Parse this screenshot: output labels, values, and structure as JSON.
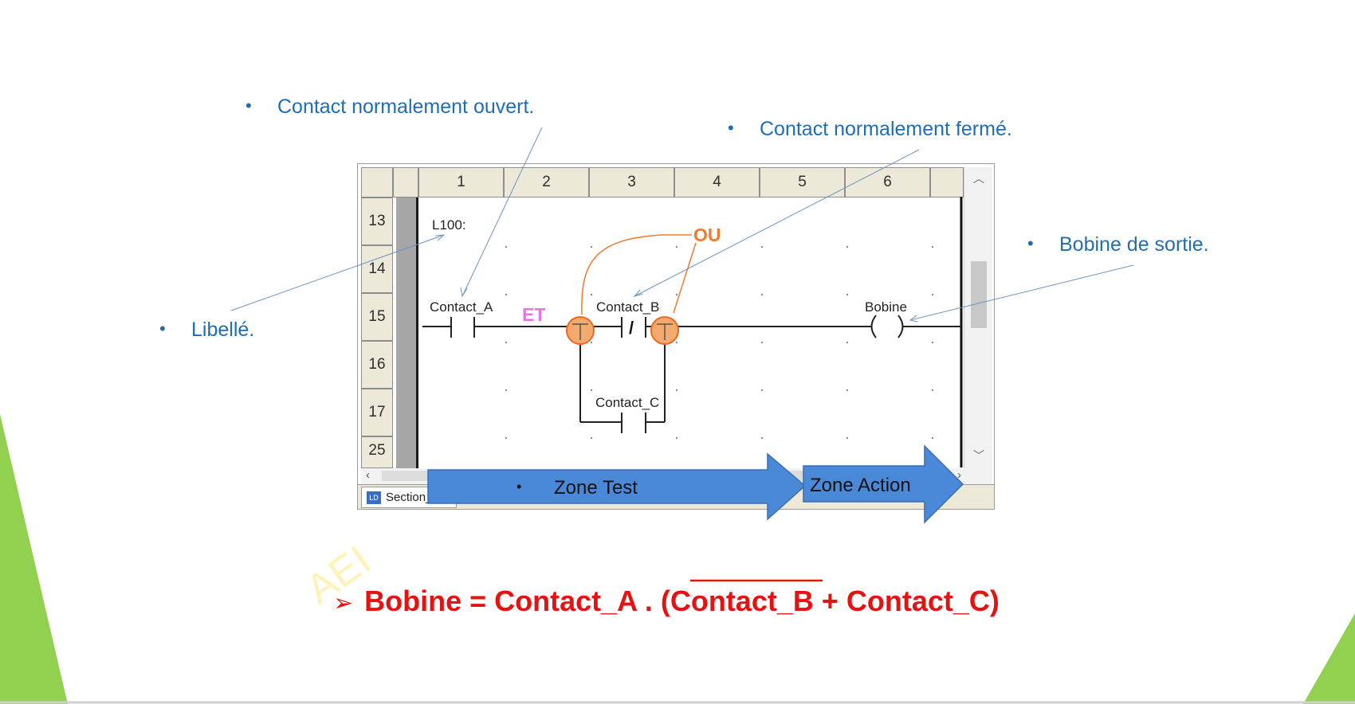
{
  "annotations": {
    "contact_no": "Contact normalement ouvert.",
    "contact_nf": "Contact normalement fermé.",
    "libelle": "Libellé.",
    "bobine_sortie": "Bobine de sortie."
  },
  "ladder": {
    "columns": [
      "1",
      "2",
      "3",
      "4",
      "5",
      "6"
    ],
    "rows": [
      "13",
      "14",
      "15",
      "16",
      "17",
      "25"
    ],
    "label": "L100:",
    "contact_a": "Contact_A",
    "contact_b": "Contact_B",
    "contact_c": "Contact_C",
    "coil": "Bobine",
    "nf_symbol": "/",
    "tab": "Section_"
  },
  "logic": {
    "and_label": "ET",
    "or_label": "OU"
  },
  "zones": {
    "test": "Zone Test",
    "action": "Zone Action"
  },
  "watermark": "AEI",
  "formula": {
    "arrow": "➢",
    "lhs": "Bobine = Contact_A . (",
    "negated": "Contact_B",
    "rhs": " + Contact_C)"
  },
  "colors": {
    "annotation": "#1f6eb3",
    "formula": "#e81111",
    "or_highlight": "#f07a2b",
    "and_highlight": "#ee6fe6",
    "zone_arrow": "#4a89d8",
    "green_accent": "#92d050"
  }
}
